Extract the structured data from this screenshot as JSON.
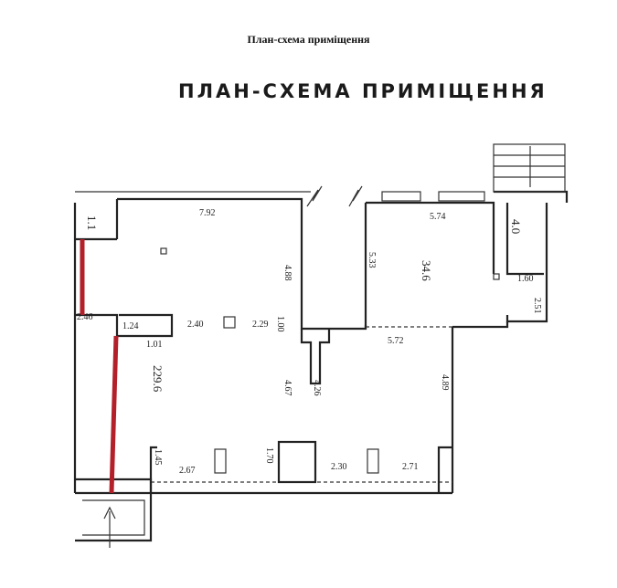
{
  "document": {
    "title": "План-схема приміщення",
    "heading": "ПЛАН-СХЕМА ПРИМІЩЕННЯ"
  },
  "plan": {
    "rooms": [
      {
        "id": "room-main",
        "label": "229.6"
      },
      {
        "id": "room-office",
        "label": "34.6"
      },
      {
        "id": "room-small",
        "label": "4.0"
      },
      {
        "id": "room-entry-top",
        "label": "1.1"
      }
    ],
    "dimensions": {
      "d792": "7.92",
      "d574": "5.74",
      "d488": "4.88",
      "d533": "5.33",
      "d160": "1.60",
      "d251": "2.51",
      "d246": "2.46",
      "d124": "1.24",
      "d101a": "1.01",
      "d240": "2.40",
      "d229": "2.29",
      "d100": "1.00",
      "d572": "5.72",
      "d467": "4.67",
      "d426": "4.26",
      "d489": "4.89",
      "d145": "1.45",
      "d267": "2.67",
      "d170": "1.70",
      "d230": "2.30",
      "d271": "2.71"
    },
    "accent_color": "#b3202a"
  }
}
